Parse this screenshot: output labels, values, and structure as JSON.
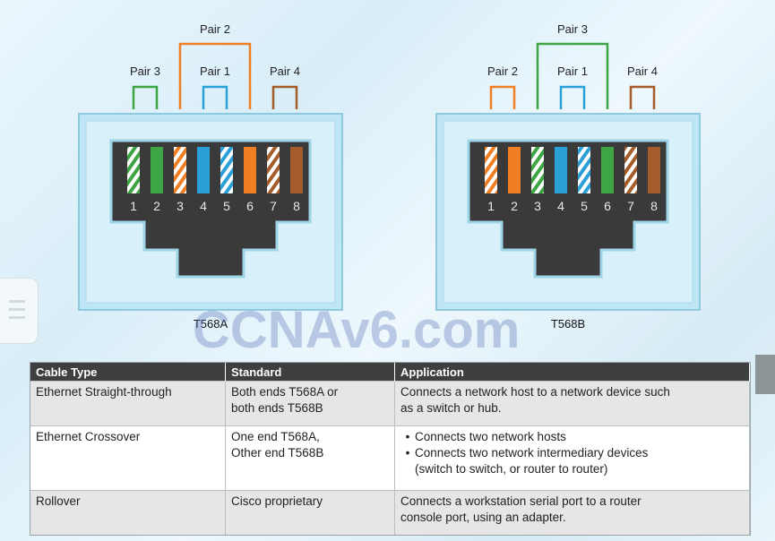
{
  "diagrams": [
    {
      "standard": "T568A",
      "pairs": {
        "top": {
          "label": "Pair 2",
          "color": "#f07f23",
          "from_pin": 3,
          "to_pin": 6
        },
        "left": {
          "label": "Pair 3",
          "color": "#3da543",
          "from_pin": 1,
          "to_pin": 2
        },
        "middle": {
          "label": "Pair 1",
          "color": "#2a9fd8",
          "from_pin": 4,
          "to_pin": 5
        },
        "right": {
          "label": "Pair 4",
          "color": "#a45d2a",
          "from_pin": 7,
          "to_pin": 8
        }
      },
      "pins": [
        {
          "num": "1",
          "color": "#3da543",
          "striped": true
        },
        {
          "num": "2",
          "color": "#3da543",
          "striped": false
        },
        {
          "num": "3",
          "color": "#f07f23",
          "striped": true
        },
        {
          "num": "4",
          "color": "#2a9fd8",
          "striped": false
        },
        {
          "num": "5",
          "color": "#2a9fd8",
          "striped": true
        },
        {
          "num": "6",
          "color": "#f07f23",
          "striped": false
        },
        {
          "num": "7",
          "color": "#a45d2a",
          "striped": true
        },
        {
          "num": "8",
          "color": "#a45d2a",
          "striped": false
        }
      ]
    },
    {
      "standard": "T568B",
      "pairs": {
        "top": {
          "label": "Pair 3",
          "color": "#3da543",
          "from_pin": 3,
          "to_pin": 6
        },
        "left": {
          "label": "Pair 2",
          "color": "#f07f23",
          "from_pin": 1,
          "to_pin": 2
        },
        "middle": {
          "label": "Pair 1",
          "color": "#2a9fd8",
          "from_pin": 4,
          "to_pin": 5
        },
        "right": {
          "label": "Pair 4",
          "color": "#a45d2a",
          "from_pin": 7,
          "to_pin": 8
        }
      },
      "pins": [
        {
          "num": "1",
          "color": "#f07f23",
          "striped": true
        },
        {
          "num": "2",
          "color": "#f07f23",
          "striped": false
        },
        {
          "num": "3",
          "color": "#3da543",
          "striped": true
        },
        {
          "num": "4",
          "color": "#2a9fd8",
          "striped": false
        },
        {
          "num": "5",
          "color": "#2a9fd8",
          "striped": true
        },
        {
          "num": "6",
          "color": "#3da543",
          "striped": false
        },
        {
          "num": "7",
          "color": "#a45d2a",
          "striped": true
        },
        {
          "num": "8",
          "color": "#a45d2a",
          "striped": false
        }
      ]
    }
  ],
  "watermark": "CCNAv6.com",
  "table": {
    "headers": [
      "Cable Type",
      "Standard",
      "Application"
    ],
    "rows": [
      {
        "type_lines": [
          "Ethernet Straight-through"
        ],
        "standard_lines": [
          "Both ends T568A or",
          "both ends T568B"
        ],
        "application_lines": [
          "Connects a network host to a network device such",
          "as a switch or hub."
        ],
        "bullets": []
      },
      {
        "type_lines": [
          "Ethernet Crossover"
        ],
        "standard_lines": [
          "One end T568A,",
          "Other end T568B"
        ],
        "application_lines": [],
        "bullets": [
          {
            "bullet": "•",
            "lines": [
              "Connects two network hosts"
            ]
          },
          {
            "bullet": "•",
            "lines": [
              "Connects two network intermediary devices",
              "(switch to switch, or router to router)"
            ]
          }
        ]
      },
      {
        "type_lines": [
          "Rollover"
        ],
        "standard_lines": [
          "Cisco proprietary"
        ],
        "application_lines": [
          "Connects a workstation serial port to a router",
          "console port, using an adapter."
        ],
        "bullets": []
      }
    ]
  },
  "colors": {
    "header_bg": "#3d3f41",
    "jack_dark": "#3a3a3a",
    "frame_blue": "#bfe6f5"
  }
}
